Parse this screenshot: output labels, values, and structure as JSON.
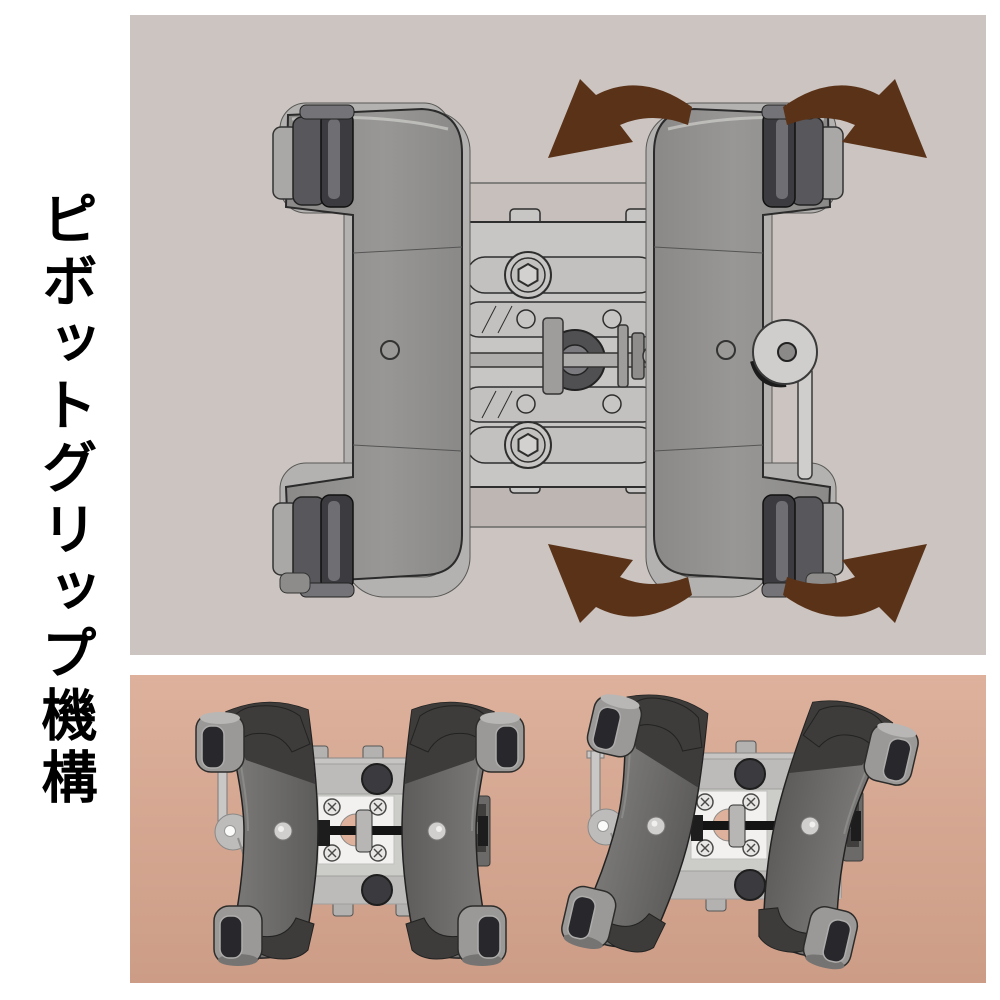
{
  "title": {
    "text": "ピボットグリップ機構"
  },
  "colors": {
    "page_bg": "#ffffff",
    "text": "#000000",
    "top_panel_bg": "#cbc4c0",
    "bottom_panel_bg_top": "#ddb19c",
    "bottom_panel_bg_bottom": "#cc9c86",
    "arrow_brown": "#5a3218"
  },
  "icons": [
    "rotate-arrow-top-left-icon",
    "rotate-arrow-top-right-icon",
    "rotate-arrow-bottom-left-icon",
    "rotate-arrow-bottom-right-icon"
  ],
  "panels": {
    "top": {
      "content": "pivot grip mechanism front view with four rotation arrows"
    },
    "bottom": {
      "content": "two rear views of pivot grip mechanism in different pivot positions"
    }
  }
}
